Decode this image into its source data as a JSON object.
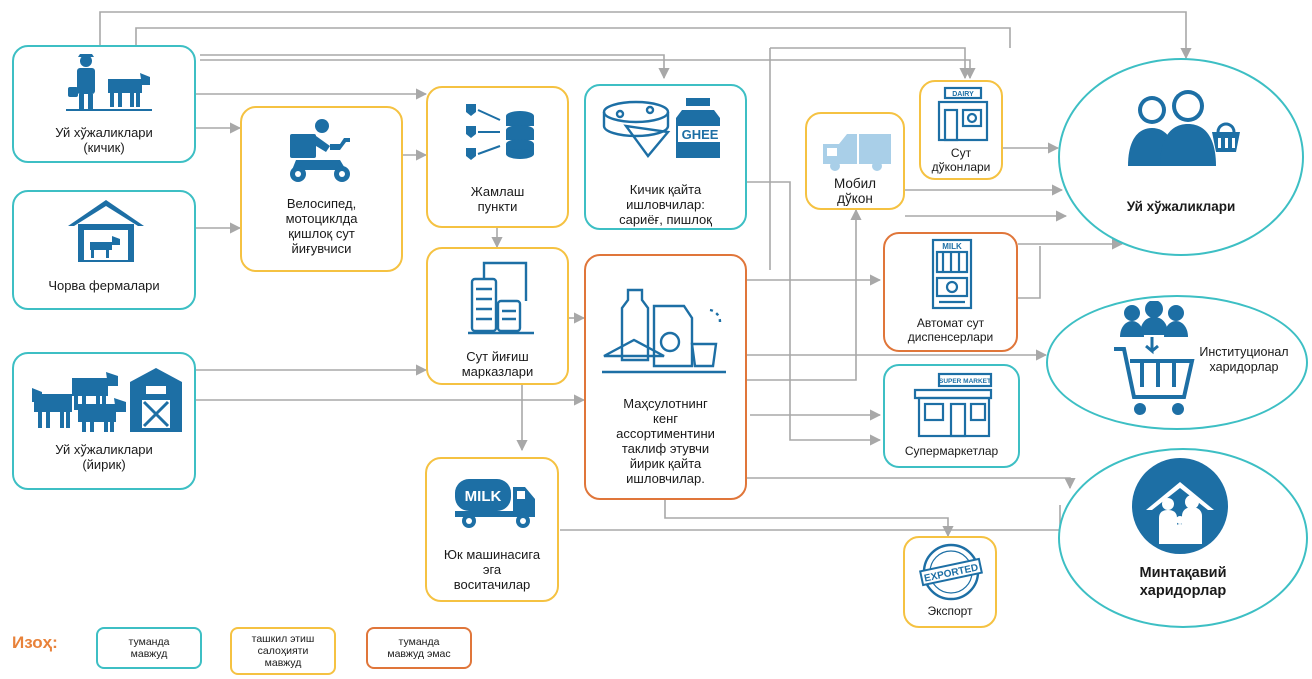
{
  "colors": {
    "teal": "#3dbfc4",
    "yellow": "#f5c242",
    "orange": "#e0763a",
    "icon": "#1d6fa5",
    "arrow": "#a8a8a8"
  },
  "nodes": {
    "households_small": "Уй хўжаликлари\n(кичик)",
    "livestock_farms": "Чорва фермалари",
    "households_large": "Уй хўжаликлари\n(йирик)",
    "bike_collector": "Велосипед,\nмотоциклда\nқишлоқ сут\nйиғувчиси",
    "collection_point": "Жамлаш\nпункти",
    "milk_centers": "Сут йиғиш\nмарказлари",
    "truck_intermediaries": "Юк машинасига\nэга\nвоситачилар",
    "small_processors": "Кичик қайта\nишловчилар:\nсариёғ, пишлоқ",
    "large_processors": "Маҳсулотнинг\nкенг\nассортиментини\nтаклиф этувчи\nйирик қайта\nишловчилар.",
    "mobile_shop": "Мобил\nдўкон",
    "dairy_shops": "Сут\nдўконлари",
    "vending": "Автомат сут\nдиспенсерлари",
    "supermarkets": "Супермаркетлар",
    "export": "Экспорт",
    "consumer_households": "Уй хўжаликлари",
    "institutional_buyers": "Институционал\nхаридорлар",
    "regional_buyers": "Минтақавий\nхаридорлар"
  },
  "icon_text": {
    "ghee": "GHEE",
    "milk": "MILK",
    "dairy": "DAIRY",
    "exported": "EXPORTED",
    "supermarket": "SUPER MARKET",
    "vending": "MILK"
  },
  "legend": {
    "title": "Изоҳ:",
    "exists": "туманда\nмавжуд",
    "potential": "ташкил этиш\nсалоҳияти\nмавжуд",
    "missing": "туманда\nмавжуд эмас"
  }
}
